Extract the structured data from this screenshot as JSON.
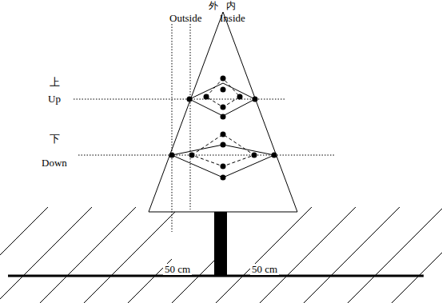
{
  "diagram": {
    "labels": [
      "外",
      "内",
      "Outside",
      "Inside",
      "上",
      "Up",
      "下",
      "Down",
      "50 cm",
      "50 cm"
    ]
  }
}
